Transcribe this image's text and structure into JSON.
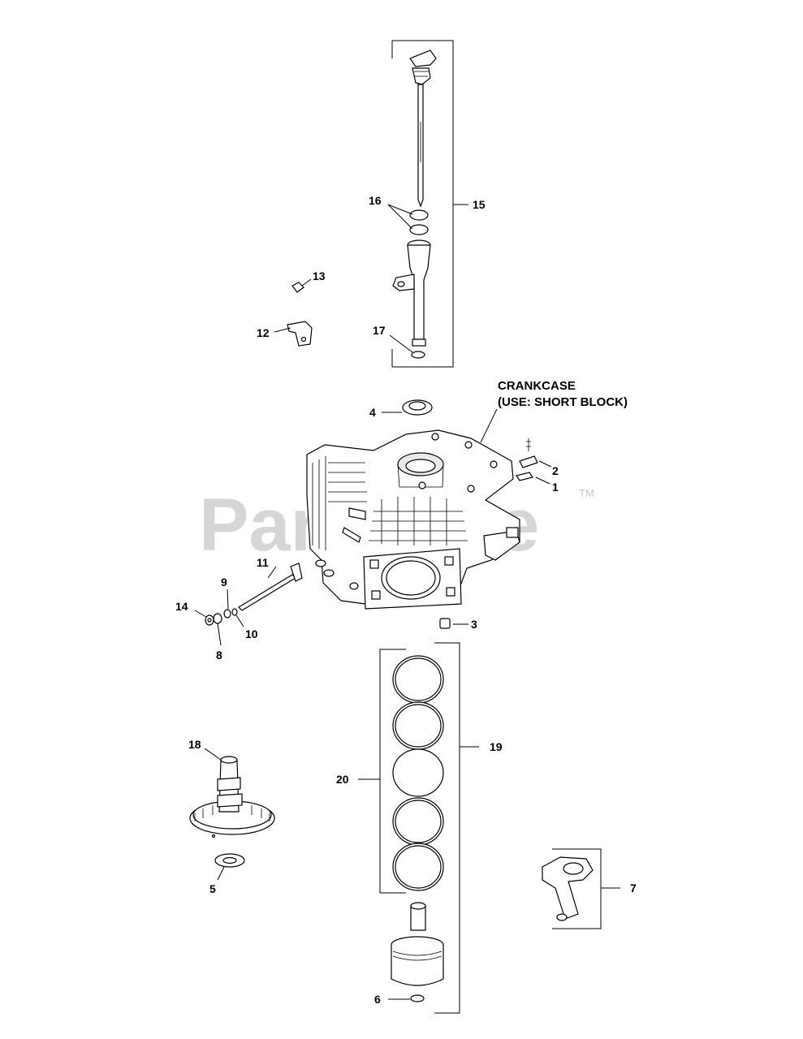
{
  "watermark": {
    "text": "PartsTree",
    "trademark": "TM"
  },
  "crankcase_note": {
    "line1": "CRANKCASE",
    "line2": "(USE: SHORT BLOCK)"
  },
  "callouts": {
    "c1": "1",
    "c2": "2",
    "c3": "3",
    "c4": "4",
    "c5": "5",
    "c6": "6",
    "c7": "7",
    "c8": "8",
    "c9": "9",
    "c10": "10",
    "c11": "11",
    "c12": "12",
    "c13": "13",
    "c14": "14",
    "c15": "15",
    "c16": "16",
    "c17": "17",
    "c18": "18",
    "c19": "19",
    "c20": "20"
  }
}
